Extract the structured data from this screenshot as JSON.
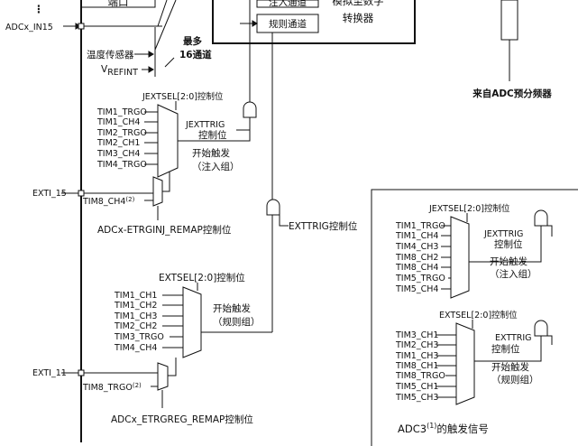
{
  "left": {
    "port_box": "端口",
    "adcx_in15": "ADCx_IN15",
    "temp_sensor": "温度传感器",
    "vrefint_main": "V",
    "vrefint_sub": "REFINT",
    "up_to": "最多",
    "channels16": "16通道",
    "injected_channel": "注入通道",
    "regular_channel": "规则通道",
    "converter_line1": "模拟至数字",
    "converter_line2": "转换器",
    "clock_from": "来自ADC预分频器",
    "dots": "⋮"
  },
  "injected_trigger": {
    "jextsel_label": "JEXTSEL[2:0]控制位",
    "inputs": [
      "TIM1_TRGO",
      "TIM1_CH4",
      "TIM2_TRGO",
      "TIM2_CH1",
      "TIM3_CH4",
      "TIM4_TRGO"
    ],
    "jexttrig_line1": "JEXTTRIG",
    "jexttrig_line2": "控制位",
    "start_line1": "开始触发",
    "start_line2": "（注入组）",
    "exti15": "EXTI_15",
    "tim8_ch4_main": "TIM8_CH4",
    "tim8_ch4_note": "(2)",
    "remap_label": "ADCx-ETRGINJ_REMAP控制位"
  },
  "regular_trigger": {
    "exttrig_label": "EXTTRIG控制位",
    "extsel_label": "EXTSEL[2:0]控制位",
    "inputs": [
      "TIM1_CH1",
      "TIM1_CH2",
      "TIM1_CH3",
      "TIM2_CH2",
      "TIM3_TRGO",
      "TIM4_CH4"
    ],
    "start_line1": "开始触发",
    "start_line2": "（规则组）",
    "exti11": "EXTI_11",
    "tim8_trgo_main": "TIM8_TRGO",
    "tim8_trgo_note": "(2)",
    "remap_label": "ADCx_ETRGREG_REMAP控制位"
  },
  "adc3": {
    "jextsel_label": "JEXTSEL[2:0]控制位",
    "inj_inputs": [
      "TIM1_TRGO",
      "TIM1_CH4",
      "TIM4_CH3",
      "TIM8_CH2",
      "TIM8_CH4",
      "TIM5_TRGO",
      "TIM5_CH4"
    ],
    "jexttrig_line1": "JEXTTRIG",
    "jexttrig_line2": "控制位",
    "inj_start_line1": "开始触发",
    "inj_start_line2": "（注入组）",
    "extsel_label": "EXTSEL[2:0]控制位",
    "reg_inputs": [
      "TIM3_CH1",
      "TIM2_CH3",
      "TIM1_CH3",
      "TIM8_CH1",
      "TIM8_TRGO",
      "TIM5_CH1",
      "TIM5_CH3"
    ],
    "exttrig_line1": "EXTTRIG",
    "exttrig_line2": "控制位",
    "reg_start_line1": "开始触发",
    "reg_start_line2": "（规则组）",
    "caption_main": "ADC3",
    "caption_note": "(1)",
    "caption_rest": "的触发信号"
  }
}
